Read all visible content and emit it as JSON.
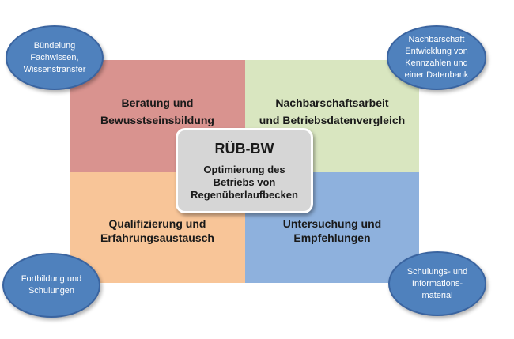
{
  "quadrants": {
    "top_left": {
      "line1": "Beratung und",
      "line2": "Bewusstseinsbildung"
    },
    "top_right": {
      "line1": "Nachbarschaftsarbeit",
      "line2": "und Betriebsdatenvergleich"
    },
    "bottom_left": {
      "line1": "Qualifizierung und",
      "line2": "Erfahrungsaustausch"
    },
    "bottom_right": {
      "line1": "Untersuchung und",
      "line2": "Empfehlungen"
    }
  },
  "center": {
    "title": "RÜB-BW",
    "line1": "Optimierung des",
    "line2": "Betriebs von",
    "line3": "Regenüberlaufbecken"
  },
  "ellipses": {
    "top_left": [
      "Bündelung",
      "Fachwissen,",
      "Wissenstransfer"
    ],
    "top_right": [
      "Nachbarschaft",
      "Entwicklung von",
      "Kennzahlen und",
      "einer Datenbank"
    ],
    "bottom_left": [
      "Fortbildung und",
      "Schulungen"
    ],
    "bottom_right": [
      "Schulungs- und",
      "Informations-",
      "material"
    ]
  },
  "colors": {
    "top_left": "#d9938f",
    "top_right": "#d9e6c0",
    "bottom_left": "#f8c598",
    "bottom_right": "#8eb1dd",
    "center": "#d6d6d6",
    "ellipse": "#4f81bd"
  }
}
